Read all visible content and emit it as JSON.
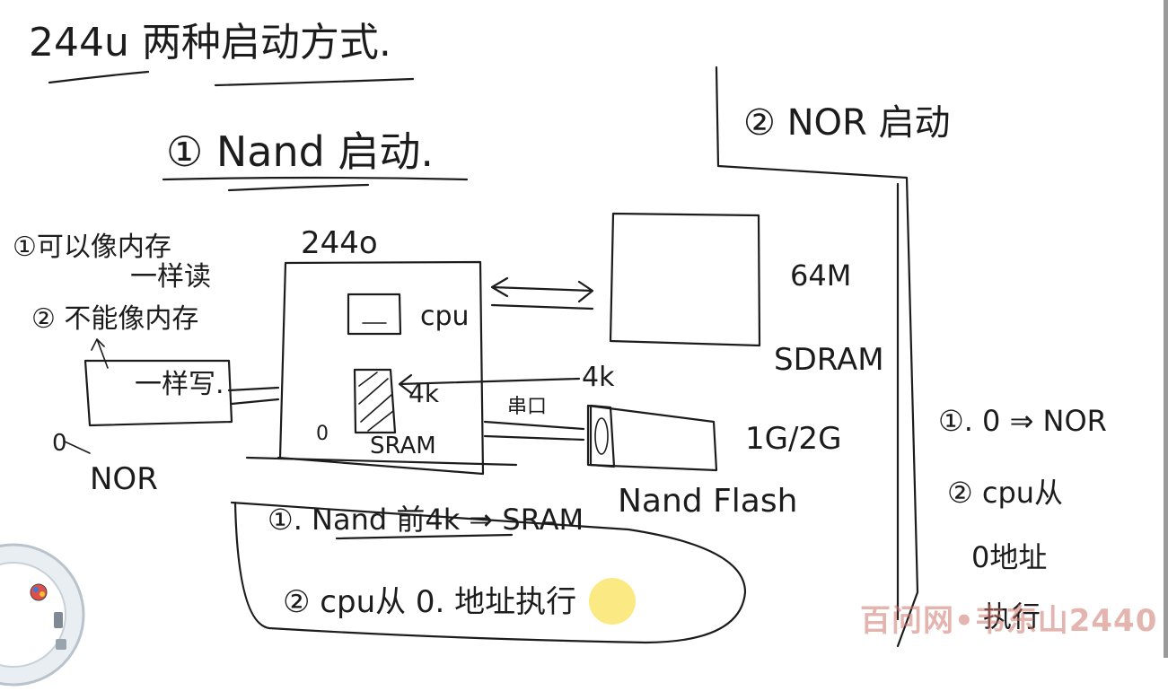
{
  "title": "244u 两种启动方式.",
  "nand": {
    "heading": "① Nand 启动.",
    "chip_label": "244o",
    "cpu_label": "cpu",
    "sram_size": "4k",
    "sram_label": "SRAM",
    "sdram_size": "64M",
    "sdram_label": "SDRAM",
    "flash_size": "4k",
    "flash_capacity": "1G/2G",
    "flash_label": "Nand Flash",
    "bus_label": "串口",
    "sram_zero": "0",
    "step1": "①. Nand 前4k ⇒ SRAM",
    "step2": "② cpu从 0. 地址执行"
  },
  "nor_notes": {
    "line1": "①可以像内存",
    "line1b": "一样读",
    "line2": "② 不能像内存",
    "line2b": "一样写.",
    "zero": "0",
    "label": "NOR"
  },
  "nor_boot": {
    "heading": "② NOR 启动",
    "step1": "①. 0 ⇒ NOR",
    "step2a": "② cpu从",
    "step2b": "0地址",
    "step2c": "执行"
  },
  "watermark": "百问网•韦东山2440"
}
